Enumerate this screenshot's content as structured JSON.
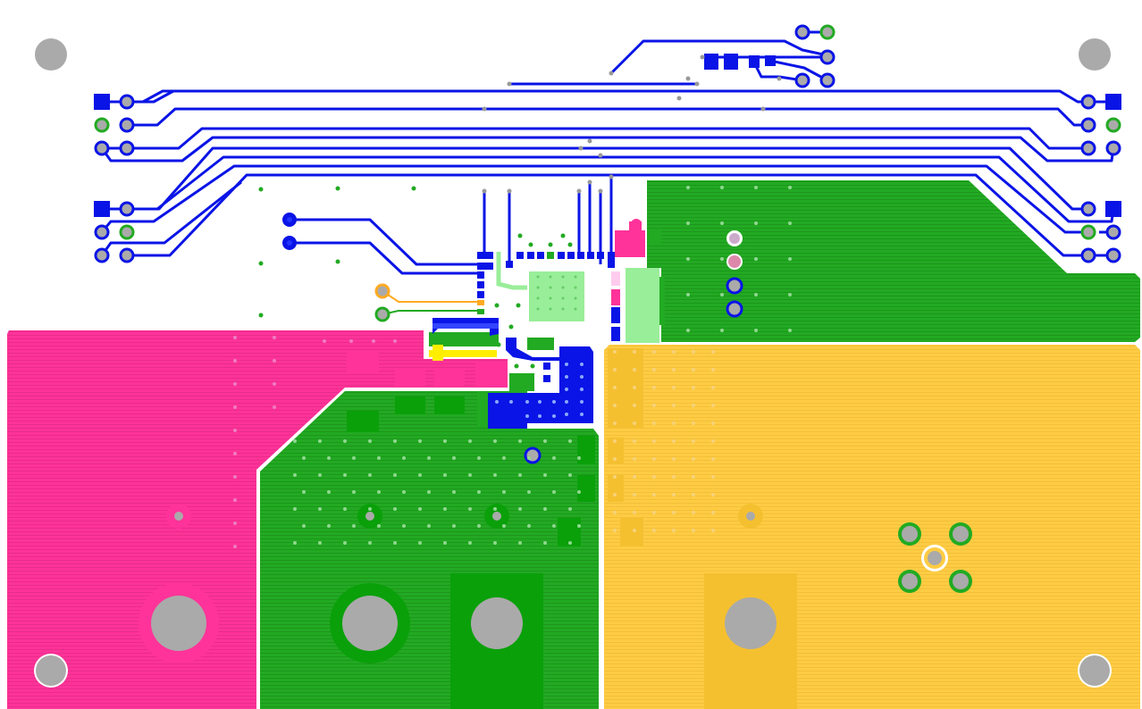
{
  "layers": {
    "net_pink": "#ff3399",
    "net_green": "#22aa22",
    "net_yellow": "#ffcc44",
    "trace_blue": "#0a14e6",
    "pad_light_green": "#99ee99",
    "via_gray": "#aaaaaa",
    "mount_hole_gray": "#aaaaaa",
    "signal_yellow": "#ffee00",
    "signal_orange": "#ffaa22"
  },
  "view": {
    "type": "pcb-layout",
    "layers_visible": [
      "top-copper",
      "vias",
      "mounting-holes"
    ],
    "text_labels": []
  }
}
